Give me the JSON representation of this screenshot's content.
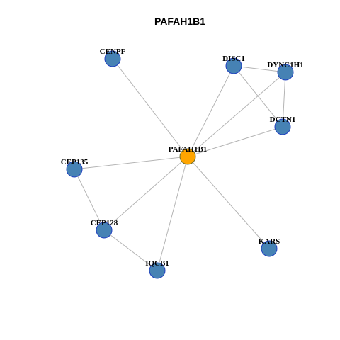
{
  "title": "PAFAH1B1",
  "colors": {
    "center_node_fill": "#FFA500",
    "center_node_stroke": "#6b6b2a",
    "node_fill": "#4682B4",
    "node_stroke": "#1f3fbf",
    "edge": "#b4b4b4"
  },
  "nodes": [
    {
      "id": "PAFAH1B1",
      "label": "PAFAH1B1",
      "center": true
    },
    {
      "id": "CENPF",
      "label": "CENPF"
    },
    {
      "id": "DISC1",
      "label": "DISC1"
    },
    {
      "id": "DYNC1H1",
      "label": "DYNC1H1"
    },
    {
      "id": "DCTN1",
      "label": "DCTN1"
    },
    {
      "id": "CEP135",
      "label": "CEP135"
    },
    {
      "id": "CEP128",
      "label": "CEP128"
    },
    {
      "id": "IQCB1",
      "label": "IQCB1"
    },
    {
      "id": "KARS",
      "label": "KARS"
    }
  ],
  "edges": [
    [
      "PAFAH1B1",
      "CENPF"
    ],
    [
      "PAFAH1B1",
      "DISC1"
    ],
    [
      "PAFAH1B1",
      "DYNC1H1"
    ],
    [
      "PAFAH1B1",
      "DCTN1"
    ],
    [
      "PAFAH1B1",
      "CEP135"
    ],
    [
      "PAFAH1B1",
      "CEP128"
    ],
    [
      "PAFAH1B1",
      "IQCB1"
    ],
    [
      "PAFAH1B1",
      "KARS"
    ],
    [
      "DISC1",
      "DYNC1H1"
    ],
    [
      "DISC1",
      "DCTN1"
    ],
    [
      "DYNC1H1",
      "DCTN1"
    ],
    [
      "CEP135",
      "CEP128"
    ],
    [
      "CEP128",
      "IQCB1"
    ]
  ]
}
